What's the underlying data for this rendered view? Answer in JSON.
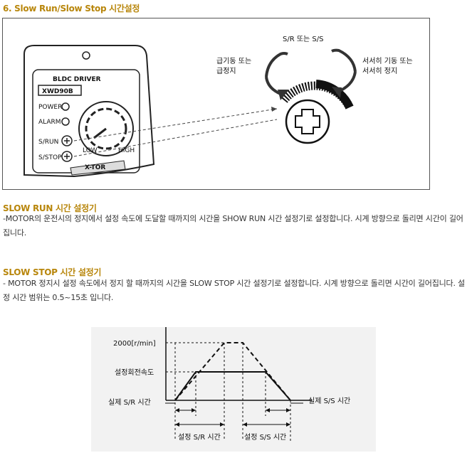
{
  "heading": "6. Slow Run/Slow Stop 시간설정",
  "figure": {
    "label_top": "S/R 또는 S/S",
    "label_left_1": "급기동 또는",
    "label_left_2": "급정지",
    "label_right_1": "서서히 기동 또는",
    "label_right_2": "서서히 정지",
    "driver_title": "BLDC DRIVER",
    "model": "XWD90B",
    "power": "POWER",
    "alarm": "ALARM",
    "srun": "S/RUN",
    "sstop": "S/STOP",
    "low": "LOW",
    "high": "HIGH",
    "brand": "X-TOR"
  },
  "slow_run": {
    "title": "SLOW RUN 시간 설정기",
    "text": "-MOTOR의 운전시의 정지에서 설정 속도에 도달할 때까지의 시간을 SHOW RUN 시간 설정기로 설정합니다. 시계 방향으로 돌리면 시간이 길어집니다."
  },
  "slow_stop": {
    "title": "SLOW STOP 시간 설정기",
    "text": "- MOTOR 정지시 설정 속도에서 정지 할 때까지의 시간을 SLOW STOP 시간 설정기로 설정합니다.  시계 방향으로 돌리면 시간이 길어집니다.  설정 시간 범위는 0.5~15초 입니다."
  },
  "graph": {
    "y_max_label": "2000[r/min]",
    "y_set_label": "설정회전속도",
    "actual_sr": "실제 S/R 시간",
    "actual_ss": "실제 S/S 시간",
    "set_sr": "설정 S/R 시간",
    "set_ss": "설정 S/S 시간"
  }
}
